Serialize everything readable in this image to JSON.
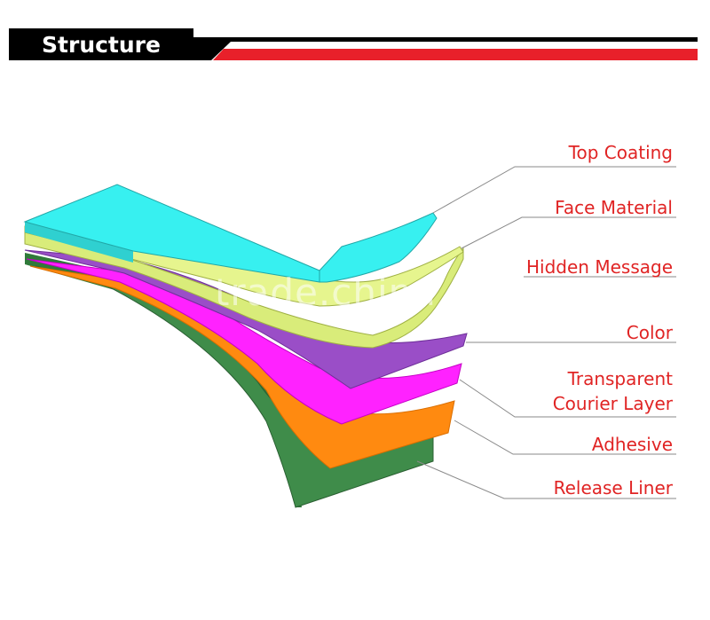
{
  "header": {
    "title": "Structure"
  },
  "callouts": [
    {
      "id": "top-coating",
      "label": "Top Coating"
    },
    {
      "id": "face-material",
      "label": "Face Material"
    },
    {
      "id": "hidden-message",
      "label": "Hidden Message"
    },
    {
      "id": "color",
      "label": "Color"
    },
    {
      "id": "transparent-courier-layer",
      "label_line1": "Transparent",
      "label_line2": "Courier Layer"
    },
    {
      "id": "adhesive",
      "label": "Adhesive"
    },
    {
      "id": "release-liner",
      "label": "Release Liner"
    }
  ],
  "watermark": "trade.china.cn",
  "colors": {
    "header_black": "#000000",
    "header_red": "#e8202a",
    "label_red": "#e02424",
    "top_coating": "#37f0f0",
    "face_material": "#e6f58e",
    "color_layer": "#9a4ec7",
    "transparent_layer": "#ff22ff",
    "adhesive": "#ff8a10",
    "release_liner": "#3f8c4a"
  }
}
